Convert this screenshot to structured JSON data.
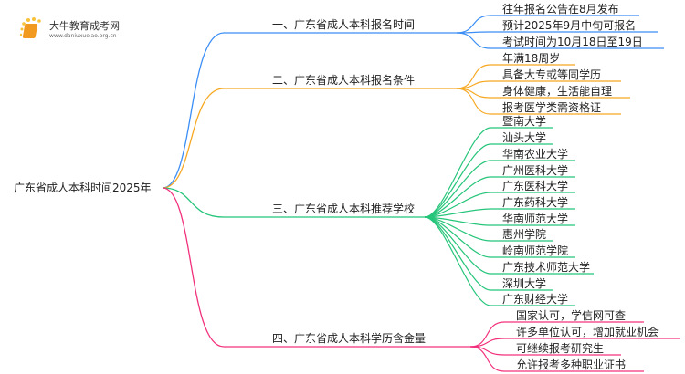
{
  "logo": {
    "title": "大牛教育成考网",
    "url": "www.daniuxueiao.org.cn"
  },
  "root": {
    "label": "广东省成人本科时间2025年"
  },
  "colors": {
    "blue": "#3b8ef5",
    "orange": "#f7a823",
    "green": "#25c57a",
    "pink": "#f2307c"
  },
  "branches": [
    {
      "label": "一、广东省成人本科报名时间",
      "color": "#3b8ef5",
      "leaves": [
        "往年报名公告在8月发布",
        "预计2025年9月中旬可报名",
        "考试时间为10月18日至19日"
      ]
    },
    {
      "label": "二、广东省成人本科报名条件",
      "color": "#f7a823",
      "leaves": [
        "年满18周岁",
        "具备大专或等同学历",
        "身体健康，生活能自理",
        "报考医学类需资格证"
      ]
    },
    {
      "label": "三、广东省成人本科推荐学校",
      "color": "#25c57a",
      "leaves": [
        "暨南大学",
        "汕头大学",
        "华南农业大学",
        "广州医科大学",
        "广东医科大学",
        "广东药科大学",
        "华南师范大学",
        "惠州学院",
        "岭南师范学院",
        "广东技术师范大学",
        "深圳大学",
        "广东财经大学"
      ]
    },
    {
      "label": "四、广东省成人本科学历含金量",
      "color": "#f2307c",
      "leaves": [
        "国家认可，学信网可查",
        "许多单位认可，增加就业机会",
        "可继续报考研究生",
        "允许报考多种职业证书"
      ]
    }
  ]
}
